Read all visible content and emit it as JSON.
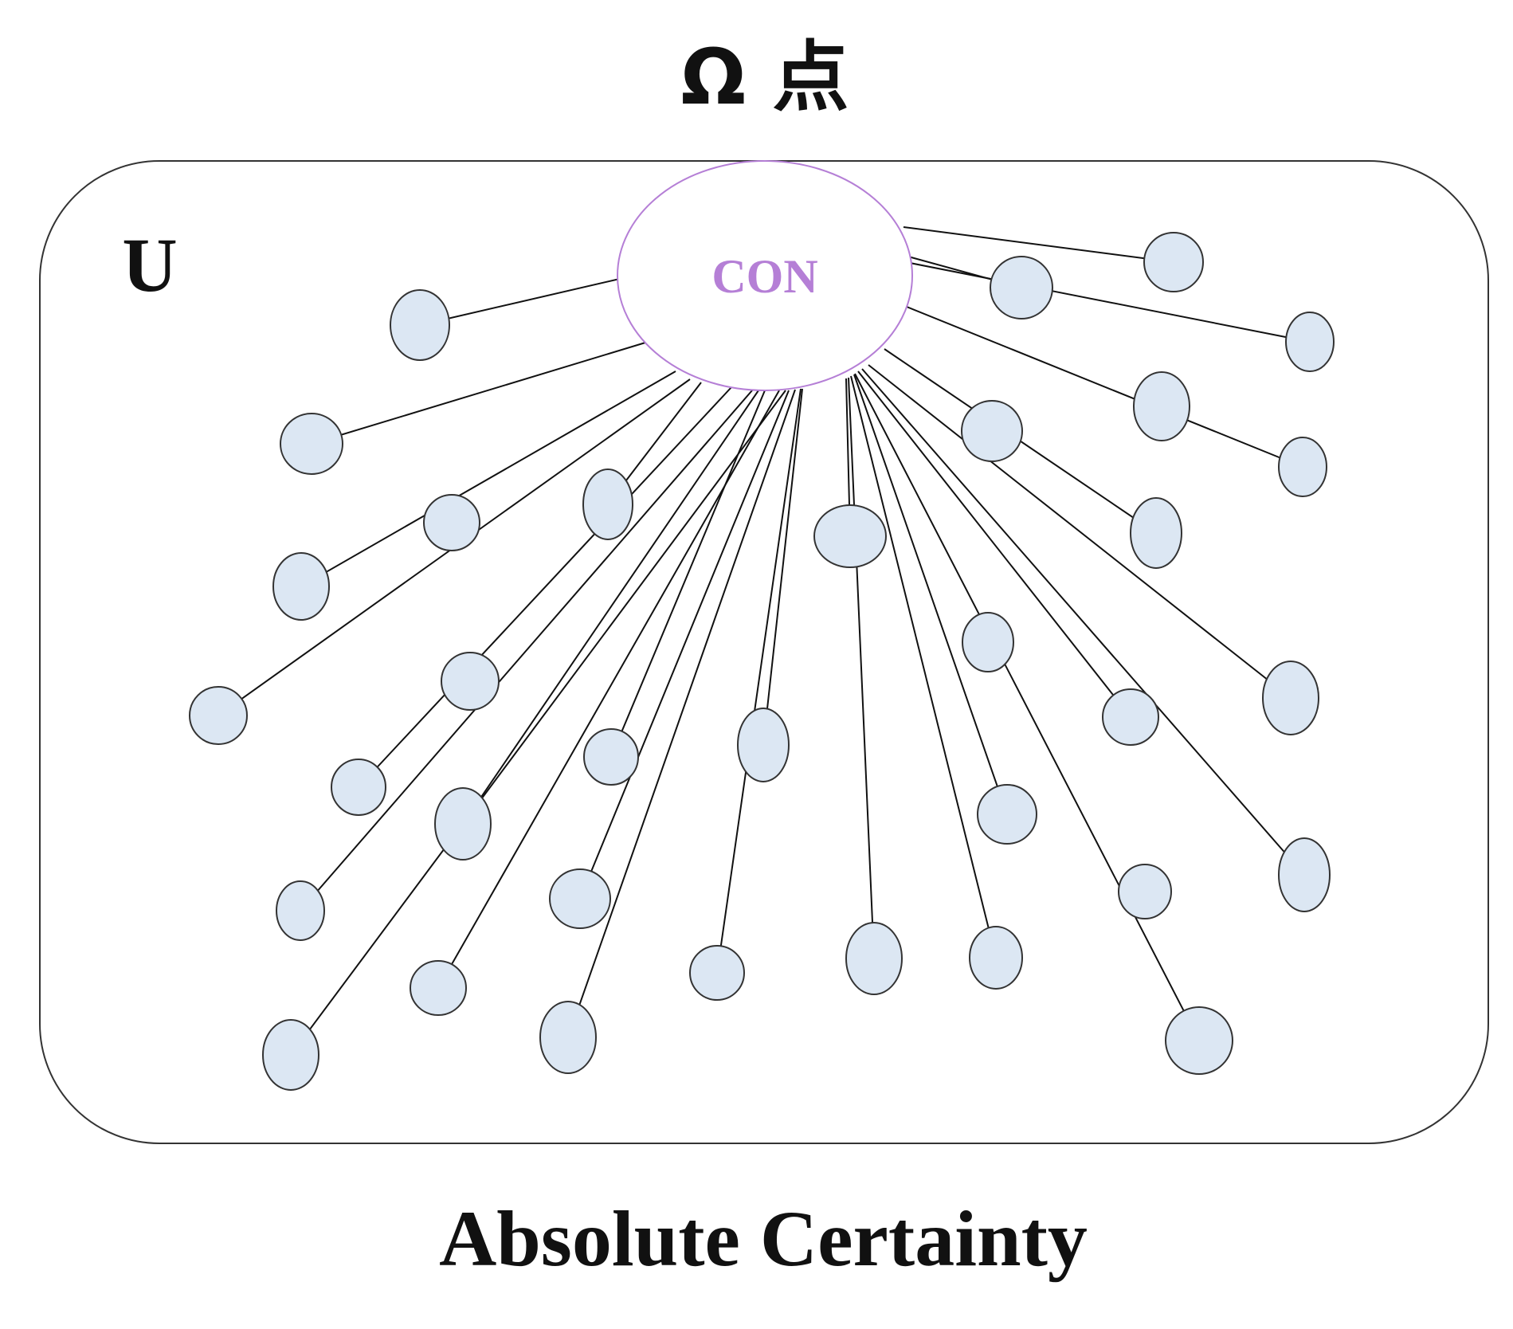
{
  "top_title": "Ω 点",
  "universe_label": "U",
  "center_label": "CON",
  "caption": "Absolute Certainty",
  "colors": {
    "node_fill": "#dce7f3",
    "node_stroke": "#333333",
    "center_stroke": "#b57fd6",
    "center_text": "#b57fd6",
    "edge": "#111111",
    "frame": "#333333"
  }
}
